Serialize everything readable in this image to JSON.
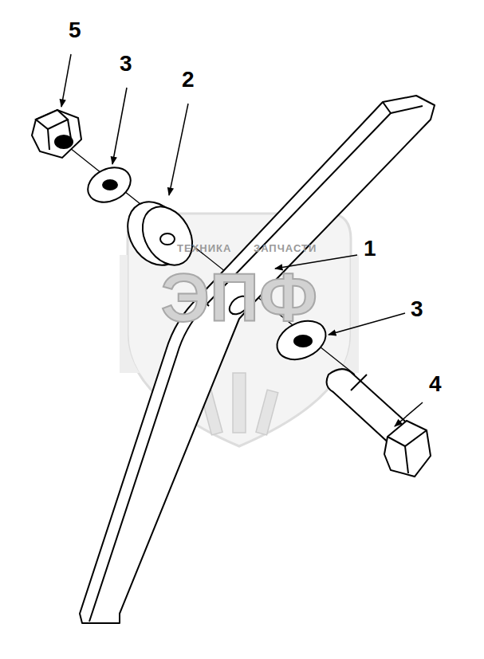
{
  "diagram": {
    "labels": [
      "5",
      "3",
      "2",
      "1",
      "3",
      "4",
      "ТЕХНИКА",
      "ЗАПЧАСТИ",
      "ЭПФ"
    ]
  }
}
